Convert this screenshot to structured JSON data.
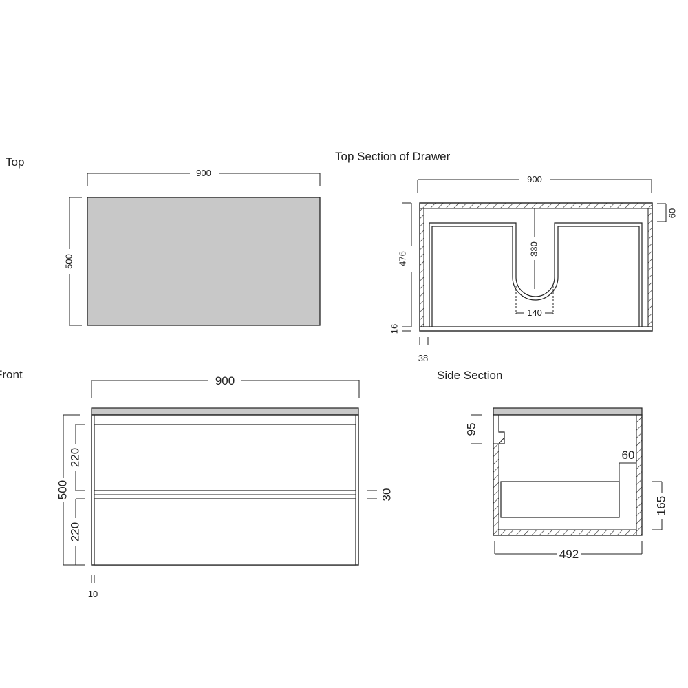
{
  "views": {
    "top": {
      "title": "Top",
      "width": "900",
      "depth": "500"
    },
    "top_section": {
      "title": "Top Section of Drawer",
      "width": "900",
      "depth": "476",
      "side_60": "60",
      "cutout_depth": "330",
      "cutout_width": "140",
      "front_16": "16",
      "side_38": "38"
    },
    "front": {
      "title": "Front",
      "width": "900",
      "height": "500",
      "drawer_top": "220",
      "drawer_bottom": "220",
      "gap_30": "30",
      "side_10": "10"
    },
    "side_section": {
      "title": "Side Section",
      "top_95": "95",
      "back_60": "60",
      "drawer_165": "165",
      "depth": "492"
    }
  },
  "colors": {
    "line": "#222222",
    "top_fill": "#c8c8c8",
    "counter_fill": "#c9c9c9"
  }
}
